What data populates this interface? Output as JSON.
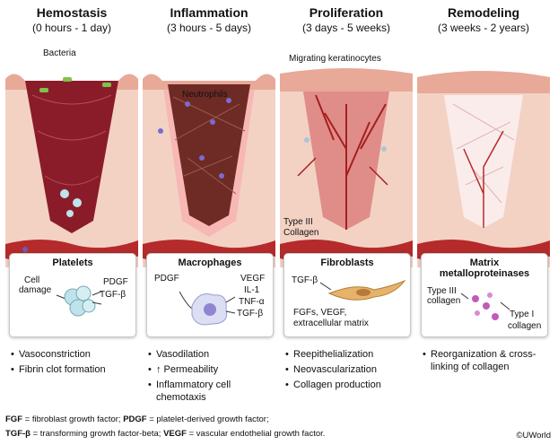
{
  "colors": {
    "tissue": "#f3d2c4",
    "wound": "#8a1c2a",
    "vessel": "#b52a2a",
    "glow": "#f05a5a",
    "collagen": "#e9b6b6"
  },
  "stages": [
    {
      "title": "Hemostasis",
      "time": "(0 hours - 1 day)",
      "scene_labels": [
        "Bacteria"
      ],
      "box_title": "Platelets",
      "box_lines": [
        "Cell",
        "damage",
        "PDGF",
        "TGF-β"
      ],
      "bullets": [
        "Vasoconstriction",
        "Fibrin clot formation"
      ]
    },
    {
      "title": "Inflammation",
      "time": "(3 hours - 5 days)",
      "scene_labels": [
        "Neutrophils"
      ],
      "box_title": "Macrophages",
      "box_lines": [
        "PDGF",
        "VEGF",
        "IL-1",
        "TNF-α",
        "TGF-β"
      ],
      "bullets": [
        "Vasodilation",
        "↑ Permeability",
        "Inflammatory cell chemotaxis"
      ]
    },
    {
      "title": "Proliferation",
      "time": "(3 days - 5 weeks)",
      "scene_labels": [
        "Migrating keratinocytes",
        "Type III",
        "Collagen"
      ],
      "box_title": "Fibroblasts",
      "box_lines": [
        "TGF-β",
        "FGFs, VEGF,",
        "extracellular matrix"
      ],
      "bullets": [
        "Reepithelialization",
        "Neovascularization",
        "Collagen production"
      ]
    },
    {
      "title": "Remodeling",
      "time": "(3 weeks - 2 years)",
      "scene_labels": [],
      "box_title": "Matrix metalloproteinases",
      "box_title_lines": [
        "Matrix",
        "metalloproteinases"
      ],
      "box_lines": [
        "Type III",
        "collagen",
        "Type I",
        "collagen"
      ],
      "bullets": [
        "Reorganization & cross-linking of collagen"
      ]
    }
  ],
  "footer": {
    "line1_parts": [
      "FGF",
      " = fibroblast growth factor; ",
      "PDGF",
      " = platelet-derived growth factor;"
    ],
    "line2_parts": [
      "TGF-β",
      " = transforming growth factor-beta; ",
      "VEGF",
      " = vascular endothelial growth factor."
    ],
    "copyright": "©UWorld"
  }
}
